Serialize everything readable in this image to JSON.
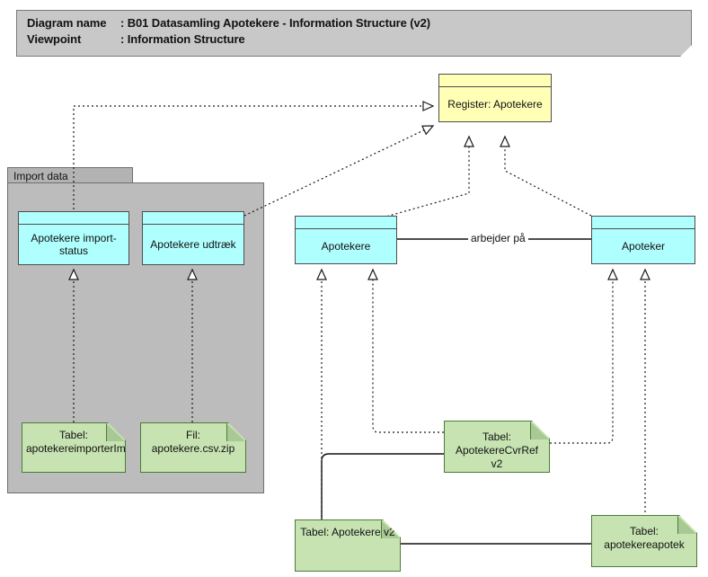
{
  "header": {
    "diagram_name_key": "Diagram name",
    "diagram_name_sep": ": B01 Datasamling Apotekere - Information Structure (v2)",
    "viewpoint_key": "Viewpoint",
    "viewpoint_sep": ": Information Structure"
  },
  "group": {
    "label": "Import data"
  },
  "nodes": {
    "register": {
      "label": "Register: Apotekere",
      "type": "data-object",
      "color": "#ffffb5"
    },
    "apotekere_importstatus": {
      "label": "Apotekere import-status",
      "type": "data-object",
      "color": "#afffff"
    },
    "apotekere_udtraek": {
      "label": "Apotekere udtræk",
      "type": "data-object",
      "color": "#afffff"
    },
    "apotekere": {
      "label": "Apotekere",
      "type": "data-object",
      "color": "#afffff"
    },
    "apoteker": {
      "label": "Apoteker",
      "type": "data-object",
      "color": "#afffff"
    },
    "tabel_importstatus": {
      "label": "Tabel: apotekereimporterImportStatus",
      "type": "artifact",
      "color": "#c7e3b2"
    },
    "fil_csv_zip": {
      "label": "Fil: apotekere.csv.zip",
      "type": "artifact",
      "color": "#c7e3b2"
    },
    "tabel_cvrref": {
      "label": "Tabel: ApotekereCvrRef v2",
      "type": "artifact",
      "color": "#c7e3b2"
    },
    "tabel_apotekere_v2": {
      "label": "Tabel: Apotekere v2",
      "type": "artifact",
      "color": "#c7e3b2"
    },
    "tabel_apotekereapotek": {
      "label": "Tabel: apotekereapotek",
      "type": "artifact",
      "color": "#c7e3b2"
    }
  },
  "edges": {
    "arbejder_paa": {
      "label": "arbejder på",
      "from": "apotekere",
      "to": "apoteker",
      "style": "solid"
    }
  },
  "colors": {
    "canvas": "#ffffff",
    "banner": "#c8c8c8",
    "group": "#bcbcbc",
    "group_tab": "#b3b3b3",
    "line": "#000000"
  }
}
